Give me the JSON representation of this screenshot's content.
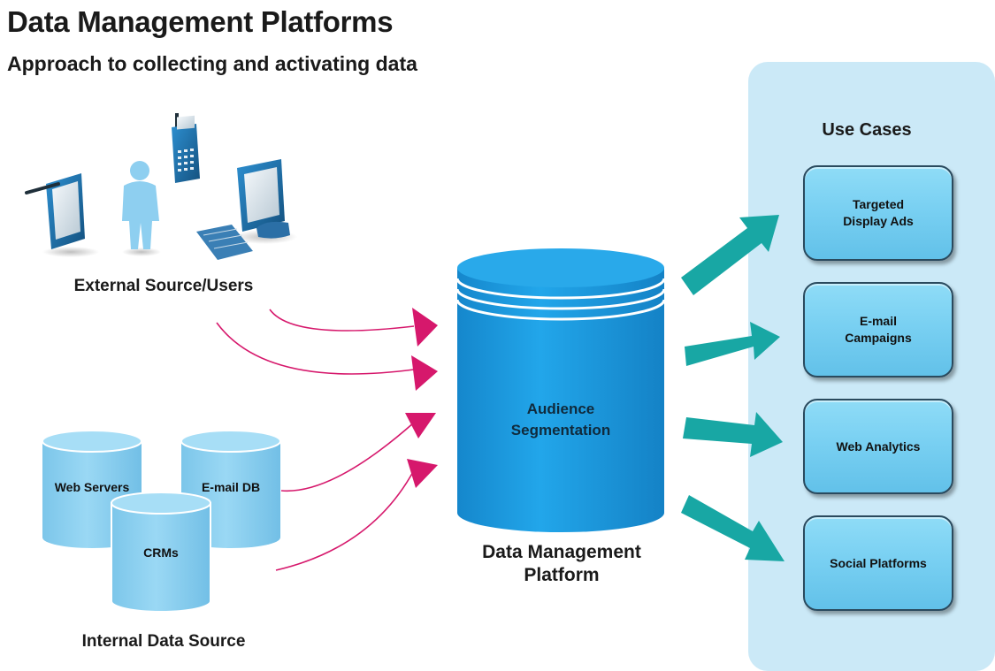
{
  "header": {
    "title": "Data Management Platforms",
    "subtitle": "Approach to collecting and activating data"
  },
  "external_sources": {
    "label": "External Source/Users",
    "icons": [
      "tablet-icon",
      "user-icon",
      "mobile-phone-icon",
      "desktop-computer-icon"
    ]
  },
  "internal_sources": {
    "label": "Internal Data Source",
    "databases": [
      "Web Servers",
      "E-mail DB",
      "CRMs"
    ]
  },
  "platform": {
    "inner_label_line1": "Audience",
    "inner_label_line2": "Segmentation",
    "label": "Data Management Platform"
  },
  "use_cases": {
    "title": "Use Cases",
    "items": [
      {
        "label": "Targeted Display Ads"
      },
      {
        "label": "E-mail Campaigns"
      },
      {
        "label": "Web Analytics"
      },
      {
        "label": "Social Platforms"
      }
    ]
  },
  "colors": {
    "panel": "#cbe9f7",
    "platform_cylinder": "#1d9ee2",
    "source_cylinder": "#86cdee",
    "inflow_arrows": "#d6186c",
    "outflow_arrows": "#18a7a4"
  }
}
